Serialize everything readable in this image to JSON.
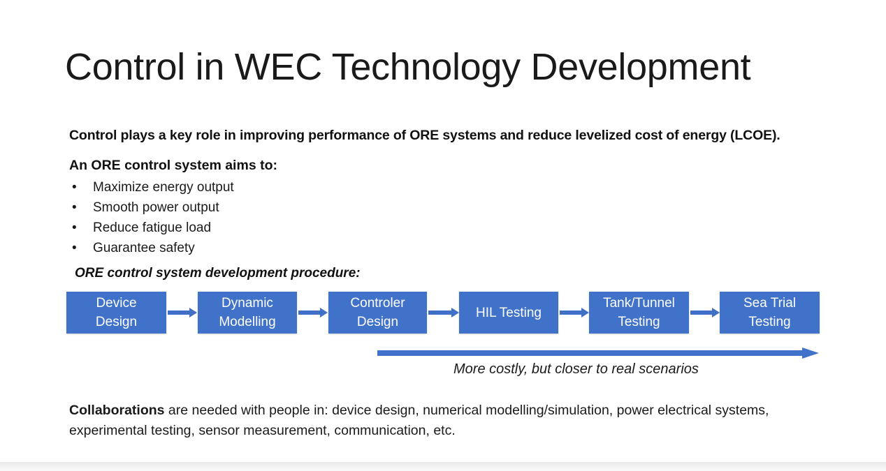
{
  "slide": {
    "title": "Control in WEC Technology Development",
    "lead_line": "Control plays a key role in improving performance of ORE systems and reduce levelized cost of energy (LCOE).",
    "aims_heading": "An ORE control system aims to:",
    "bullet_marker": "•",
    "bullets": [
      "Maximize energy output",
      "Smooth power output",
      "Reduce fatigue load",
      "Guarantee safety"
    ],
    "procedure_heading": "ORE control system development procedure:",
    "flow": {
      "box_color": "#4072ca",
      "arrow_color": "#3f6fc6",
      "boxes": [
        {
          "line1": "Device",
          "line2": "Design"
        },
        {
          "line1": "Dynamic",
          "line2": "Modelling"
        },
        {
          "line1": "Controler",
          "line2": "Design"
        },
        {
          "line1": "HIL Testing",
          "line2": ""
        },
        {
          "line1": "Tank/Tunnel",
          "line2": "Testing"
        },
        {
          "line1": "Sea Trial",
          "line2": "Testing"
        }
      ]
    },
    "progress_arrow": {
      "caption": "More costly, but closer to real scenarios",
      "color": "#4072ca"
    },
    "collaborations": {
      "bold_lead": "Collaborations",
      "rest": " are needed with people in: device design, numerical modelling/simulation, power electrical systems, experimental testing, sensor measurement, communication, etc."
    }
  }
}
